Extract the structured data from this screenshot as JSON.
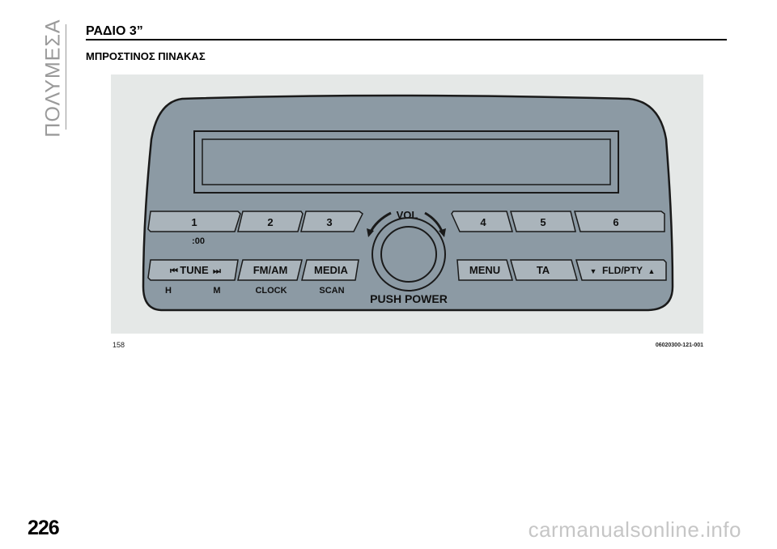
{
  "section_tab": "ΠΟΛΥΜΕΣΑ",
  "title": "ΡΑΔΙΟ 3”",
  "subtitle": "ΜΠΡΟΣΤΙΝΟΣ ΠΙΝΑΚΑΣ",
  "figure": {
    "ref": "158",
    "code": "06020300-121-001",
    "top_buttons": [
      "1",
      "2",
      "3",
      "4",
      "5",
      "6"
    ],
    "bottom_buttons": [
      "TUNE",
      "FM/AM",
      "MEDIA",
      "MENU",
      "TA",
      "FLD/PTY"
    ],
    "under_labels": [
      ":00",
      "H",
      "M",
      "CLOCK",
      "SCAN"
    ],
    "knob_top_label": "VOL",
    "knob_bottom_label": "PUSH POWER",
    "tune_prev_icon": "⏮",
    "tune_next_icon": "⏭",
    "fld_down_icon": "▼",
    "fld_up_icon": "▲"
  },
  "page_number": "226",
  "watermark": "carmanualsonline.info"
}
